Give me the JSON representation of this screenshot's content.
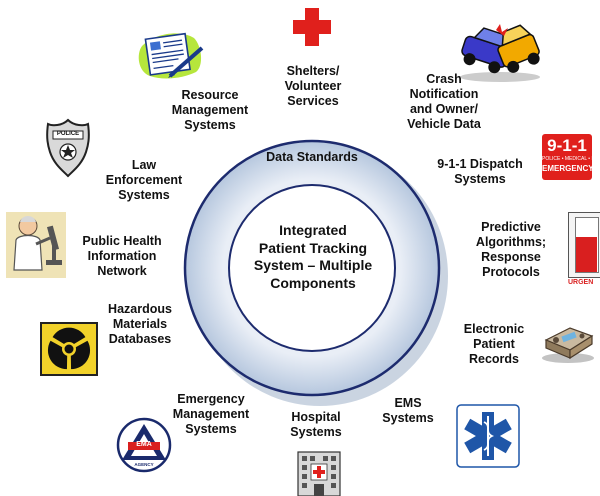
{
  "center": {
    "ring_label": "Data Standards",
    "title": "Integrated\nPatient Tracking\nSystem – Multiple\nComponents"
  },
  "components": {
    "shelters": "Shelters/\nVolunteer\nServices",
    "crash": "Crash\nNotification\nand Owner/\nVehicle Data",
    "dispatch": "9-1-1 Dispatch\nSystems",
    "predictive": "Predictive\nAlgorithms;\nResponse\nProtocols",
    "ehr": "Electronic\nPatient\nRecords",
    "ems": "EMS\nSystems",
    "hospital": "Hospital\nSystems",
    "ema": "Emergency\nManagement\nSystems",
    "hazmat": "Hazardous\nMaterials\nDatabases",
    "public_health": "Public Health\nInformation\nNetwork",
    "law": "Law\nEnforcement\nSystems",
    "resource": "Resource\nManagement\nSystems"
  },
  "icon_text": {
    "nine11": "9-1-1",
    "nine11_sub": "POLICE • MEDICAL • FIRE",
    "emergency": "EMERGENCY",
    "urgent": "URGEN",
    "police": "POLICE",
    "ema": "EMA",
    "ema_sub": "AGENCY"
  },
  "colors": {
    "ring_outer": "#c5d3e6",
    "ring_inner": "#ffffff",
    "ring_border": "#1d2b6e",
    "cross_red": "#e0201c",
    "star_of_life": "#1f56a8"
  }
}
